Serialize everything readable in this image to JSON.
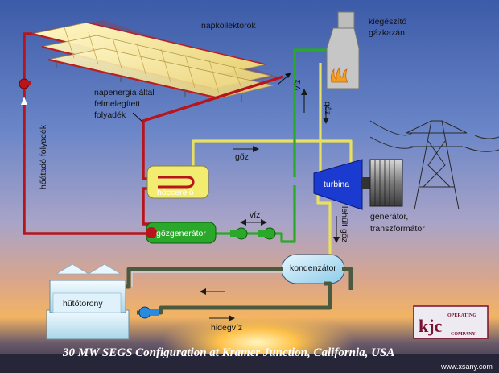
{
  "labels": {
    "solar_collectors": "napkollektorok",
    "heated_fluid_1": "napenergia által",
    "heated_fluid_2": "felmelegített",
    "heated_fluid_3": "folyadék",
    "heat_transfer_fluid": "hőátadó folyadék",
    "gas_boiler_1": "kiegészítő",
    "gas_boiler_2": "gázkazán",
    "water_vertical": "víz",
    "steam_vertical": "gőz",
    "steam_top": "gőz",
    "heat_exchanger": "hőcserélő",
    "turbine": "turbina",
    "generator_1": "generátor,",
    "generator_2": "transzformátor",
    "steam_generator": "gőzgenerátor",
    "water_mid": "víz",
    "exhaust_steam": "lehűlt gőz",
    "condenser": "kondenzátor",
    "cooling_tower": "hűtőtorony",
    "cold_water": "hidegvíz",
    "caption": "30 MW SEGS Configuration at Kramer Junction, California, USA",
    "watermark": "www.xsany.com",
    "logo_main": "kjc",
    "logo_top": "OPERATING",
    "logo_bottom": "COMPANY"
  },
  "colors": {
    "hot_fluid": "#b8141c",
    "steam": "#e8e060",
    "water": "#2aa82a",
    "cold_water": "#4a5a40",
    "turbine": "#1a3ad0"
  }
}
